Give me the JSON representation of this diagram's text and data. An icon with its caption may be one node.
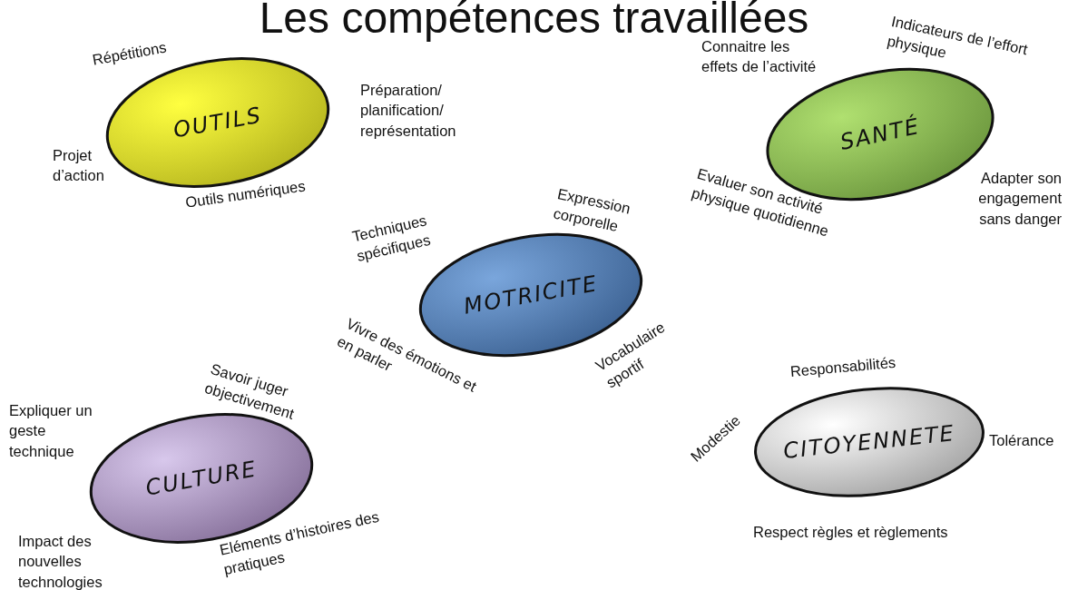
{
  "diagram": {
    "title": "Les compétences travaillées",
    "nodes": [
      {
        "text": [
          "OUTILS"
        ],
        "beside": [
          "Répétitions",
          "Préparation/ planification/ représentation",
          "Projet d’action",
          "Outils numériques"
        ]
      },
      {
        "text": [
          "SANTÉ"
        ],
        "beside": [
          "Connaitre les effets de l’activité",
          "Indicateurs de l’effort physique",
          "Evaluer son activité physique quotidienne",
          "Adapter son engagement sans danger"
        ]
      },
      {
        "text": [
          "MOTRICITE"
        ],
        "beside": [
          "Techniques spécifiques",
          "Expression corporelle",
          "Vivre des émotions et en parler",
          "Vocabulaire sportif"
        ]
      },
      {
        "text": [
          "CULTURE"
        ],
        "beside": [
          "Savoir juger objectivement",
          "Expliquer un geste technique",
          "Impact des nouvelles technologies",
          "Eléments d’histoires des pratiques"
        ]
      },
      {
        "text": [
          "CITOYENNETE"
        ],
        "beside": [
          "Responsabilités",
          "Modestie",
          "Tolérance",
          "Respect règles et règlements"
        ]
      }
    ],
    "edges": []
  }
}
